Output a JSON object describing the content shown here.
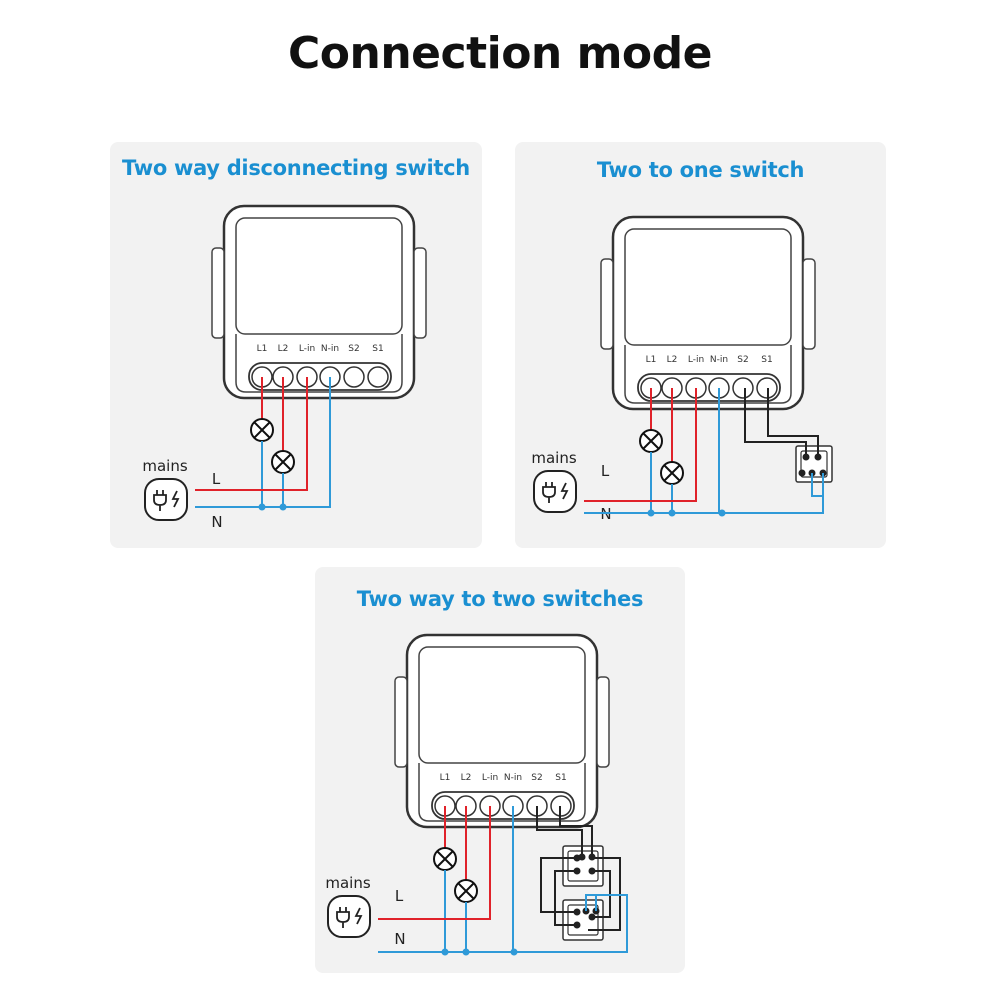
{
  "title": "Connection mode",
  "terminal_labels": [
    "L1",
    "L2",
    "L-in",
    "N-in",
    "S2",
    "S1"
  ],
  "mains_label": "mains",
  "line_label": "L",
  "neutral_label": "N",
  "colors": {
    "live": "#e0222a",
    "neutral": "#2f9ad8",
    "switch_wire": "#222222",
    "title_blue": "#1a8fd1",
    "neutral_label": "#2a3a8c"
  },
  "icons": [
    "plug-icon",
    "lamp-icon",
    "wall-switch-icon"
  ],
  "panels": [
    {
      "title": "Two way disconnecting switch"
    },
    {
      "title": "Two to one switch"
    },
    {
      "title": "Two way to two switches"
    }
  ]
}
